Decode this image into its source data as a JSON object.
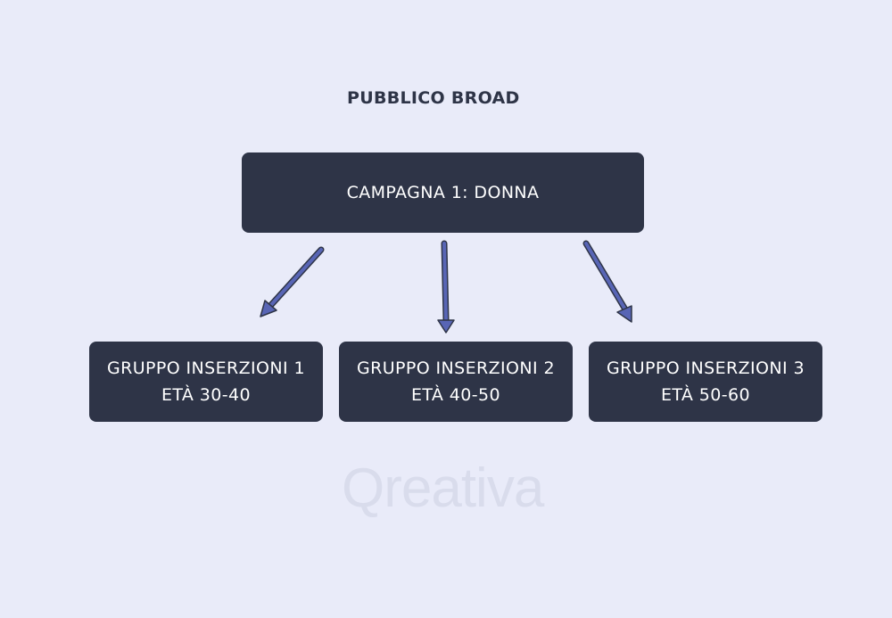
{
  "diagram": {
    "title": "PUBBLICO BROAD",
    "root": {
      "label": "CAMPAGNA 1: DONNA"
    },
    "children": [
      {
        "line1": "GRUPPO INSERZIONI 1",
        "line2": "ETÀ 30-40"
      },
      {
        "line1": "GRUPPO INSERZIONI 2",
        "line2": "ETÀ 40-50"
      },
      {
        "line1": "GRUPPO INSERZIONI 3",
        "line2": "ETÀ 50-60"
      }
    ],
    "arrow_color": "#5865b5",
    "box_color": "#2e3447",
    "background_color": "#e9ebf9"
  },
  "watermark": {
    "text": "Qreativa"
  }
}
